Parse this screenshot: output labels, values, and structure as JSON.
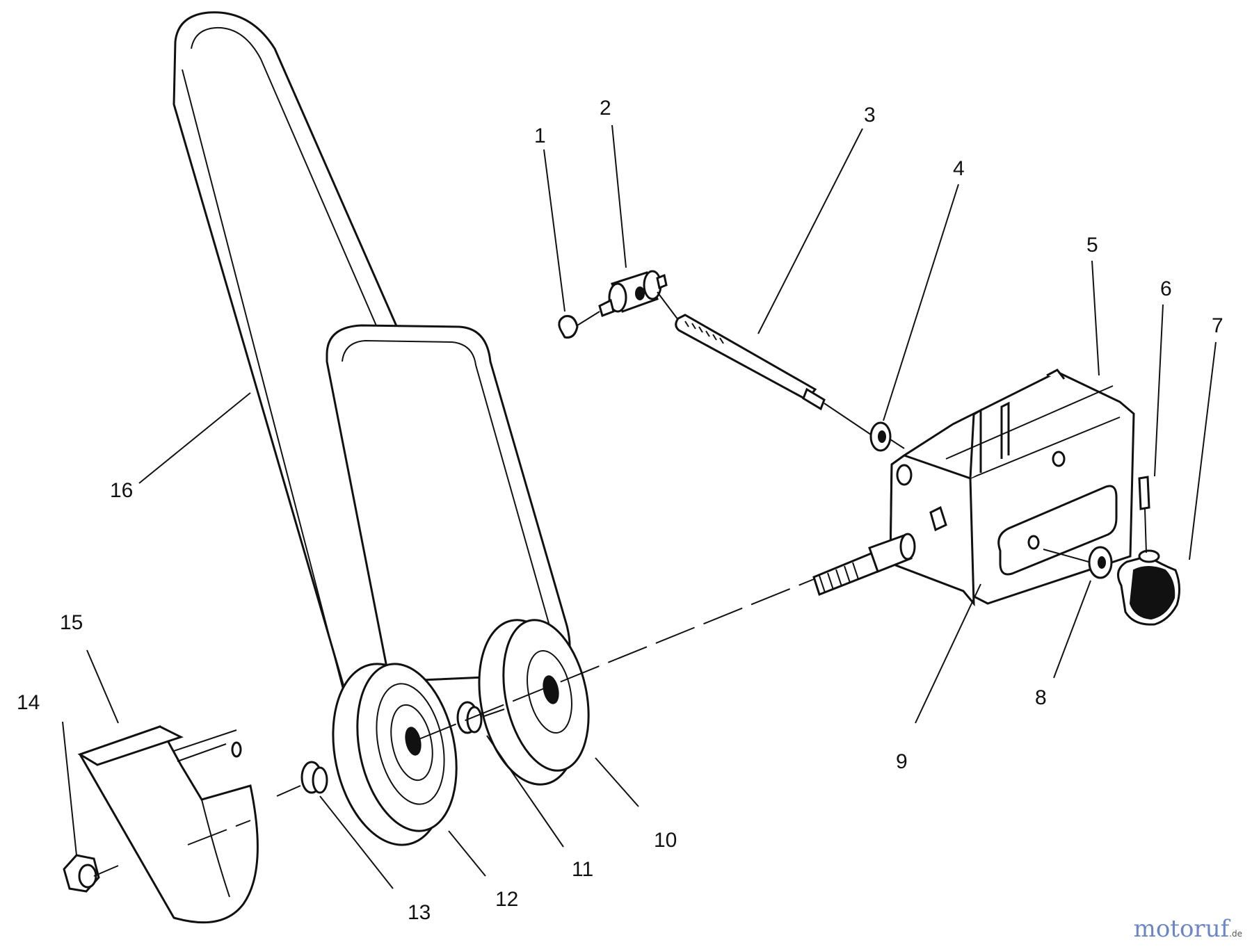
{
  "callouts": {
    "c1": "1",
    "c2": "2",
    "c3": "3",
    "c4": "4",
    "c5": "5",
    "c6": "6",
    "c7": "7",
    "c8": "8",
    "c9": "9",
    "c10": "10",
    "c11": "11",
    "c12": "12",
    "c13": "13",
    "c14": "14",
    "c15": "15",
    "c16": "16"
  },
  "watermark": {
    "brand": "motoruf",
    "tld": ".de"
  }
}
